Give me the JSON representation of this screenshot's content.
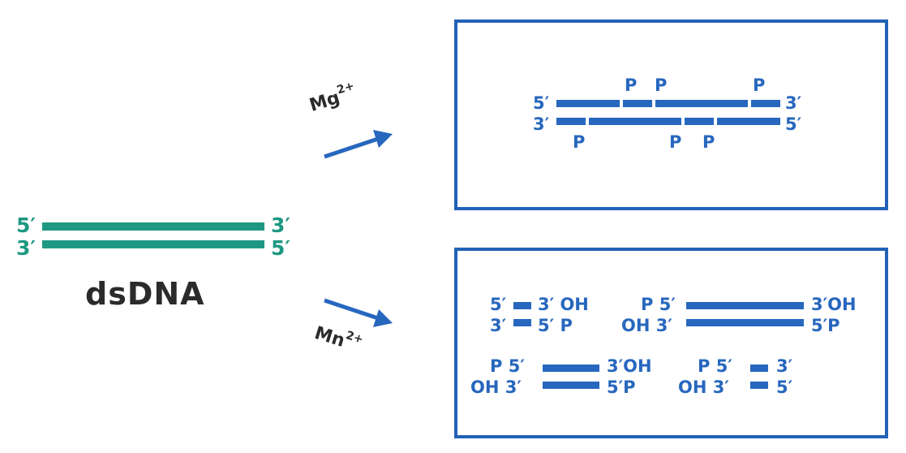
{
  "dsdna": {
    "label": "dsDNA",
    "top_left": "5′",
    "bottom_left": "3′",
    "top_right": "3′",
    "bottom_right": "5′"
  },
  "mg": {
    "ion": "Mg",
    "charge": "2+"
  },
  "mn": {
    "ion": "Mn",
    "charge": "2+"
  },
  "mg_product": {
    "top_left": "5′",
    "top_right": "3′",
    "bottom_left": "3′",
    "bottom_right": "5′",
    "phosphate": "P"
  },
  "mn_products": {
    "f1_tl": "5′",
    "f1_tr": "3′ OH",
    "f1_bl": "3′",
    "f1_br": "5′ P",
    "f2_tl": "P 5′",
    "f2_tr": "3′OH",
    "f2_bl": "OH 3′",
    "f2_br": "5′P",
    "f3_tl": "P 5′",
    "f3_tr": "3′OH",
    "f3_bl": "OH 3′",
    "f3_br": "5′P",
    "f4_tl": "P 5′",
    "f4_tr": "3′",
    "f4_bl": "OH 3′",
    "f4_br": "5′"
  },
  "colors": {
    "teal": "#1e9882",
    "blue": "#2767be",
    "box_border": "#2262b6",
    "text_dark": "#2b2b2b"
  }
}
